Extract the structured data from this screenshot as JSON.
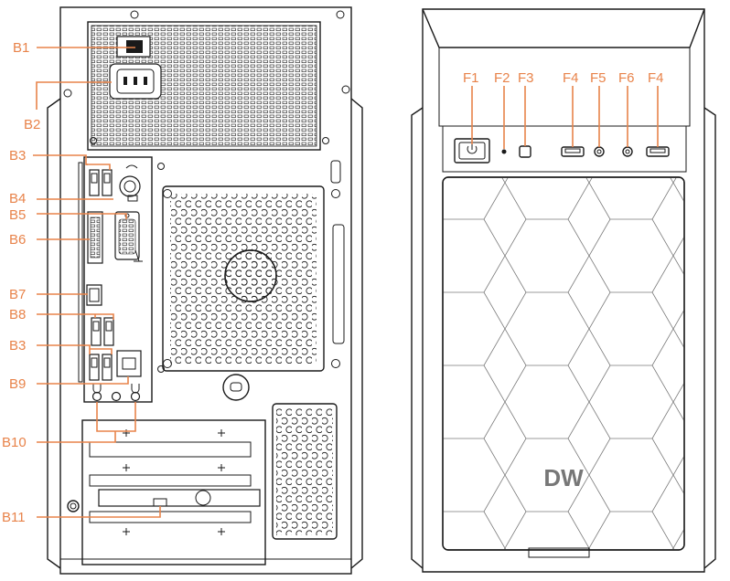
{
  "colors": {
    "accent": "#E8834A",
    "outline": "#1a1a1a",
    "background": "#ffffff"
  },
  "back_labels": {
    "b1": "B1",
    "b2": "B2",
    "b3_top": "B3",
    "b4": "B4",
    "b5": "B5",
    "b6": "B6",
    "b7": "B7",
    "b8": "B8",
    "b3_bottom": "B3",
    "b9": "B9",
    "b10": "B10",
    "b11": "B11"
  },
  "front_labels": {
    "f1": "F1",
    "f2": "F2",
    "f3": "F3",
    "f4_left": "F4",
    "f5": "F5",
    "f6": "F6",
    "f4_right": "F4"
  },
  "logo": "DW"
}
